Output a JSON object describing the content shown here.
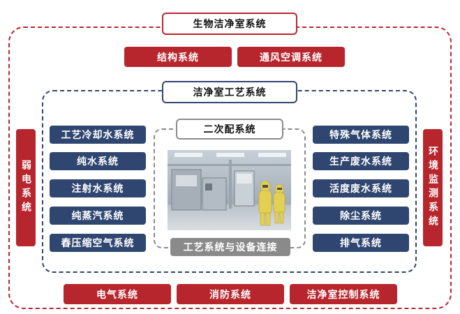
{
  "outer_title": "生物洁净室系统",
  "top_items": [
    "结构系统",
    "通风空调系统"
  ],
  "middle_title": "洁净室工艺系统",
  "left_items": [
    "工艺冷却水系统",
    "纯水系统",
    "注射水系统",
    "纯蒸汽系统",
    "舂压缩空气系统"
  ],
  "center_title": "二次配系统",
  "center_bottom": "工艺系统与设备连接",
  "right_items": [
    "特殊气体系统",
    "生产废水系统",
    "活度废水系统",
    "除尘系统",
    "排气系统"
  ],
  "side_left": "弱电系统",
  "side_right": "环境监测系统",
  "bottom_items": [
    "电气系统",
    "消防系统",
    "洁净室控制系统"
  ],
  "colors": {
    "red": "#b8262d",
    "navy": "#2f4670",
    "gray": "#8a8a8a"
  }
}
